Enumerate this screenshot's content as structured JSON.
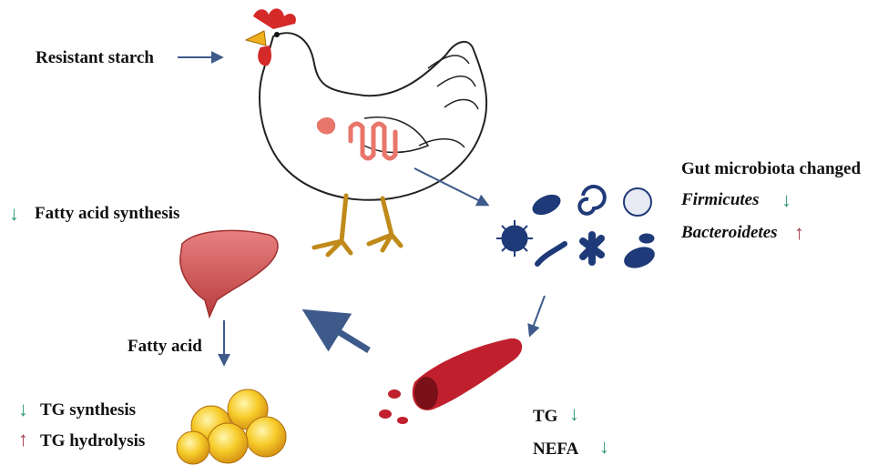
{
  "labels": {
    "input": "Resistant starch",
    "gut_title": "Gut microbiota changed",
    "firmicutes": "Firmicutes",
    "bacteroidetes": "Bacteroidetes",
    "fatty_acid_synthesis": "Fatty acid synthesis",
    "fatty_acid": "Fatty acid",
    "tg_synthesis": "TG synthesis",
    "tg_hydrolysis": "TG hydrolysis",
    "blood_tg": "TG",
    "nefa": "NEFA"
  },
  "arrows": {
    "down": "↓",
    "up": "↑"
  },
  "colors": {
    "flow_arrow": "#3d5a8a",
    "down_arrow": "#2e9a6e",
    "up_arrow": "#a03a4a",
    "microbe": "#1f3a78",
    "liver": "#d45a5a",
    "blood": "#c0202e",
    "fat": "#f4c020"
  },
  "icons": [
    "chicken-icon",
    "intestine-icon",
    "microbe-cluster-icon",
    "liver-icon",
    "blood-vessel-icon",
    "fat-cells-icon"
  ]
}
